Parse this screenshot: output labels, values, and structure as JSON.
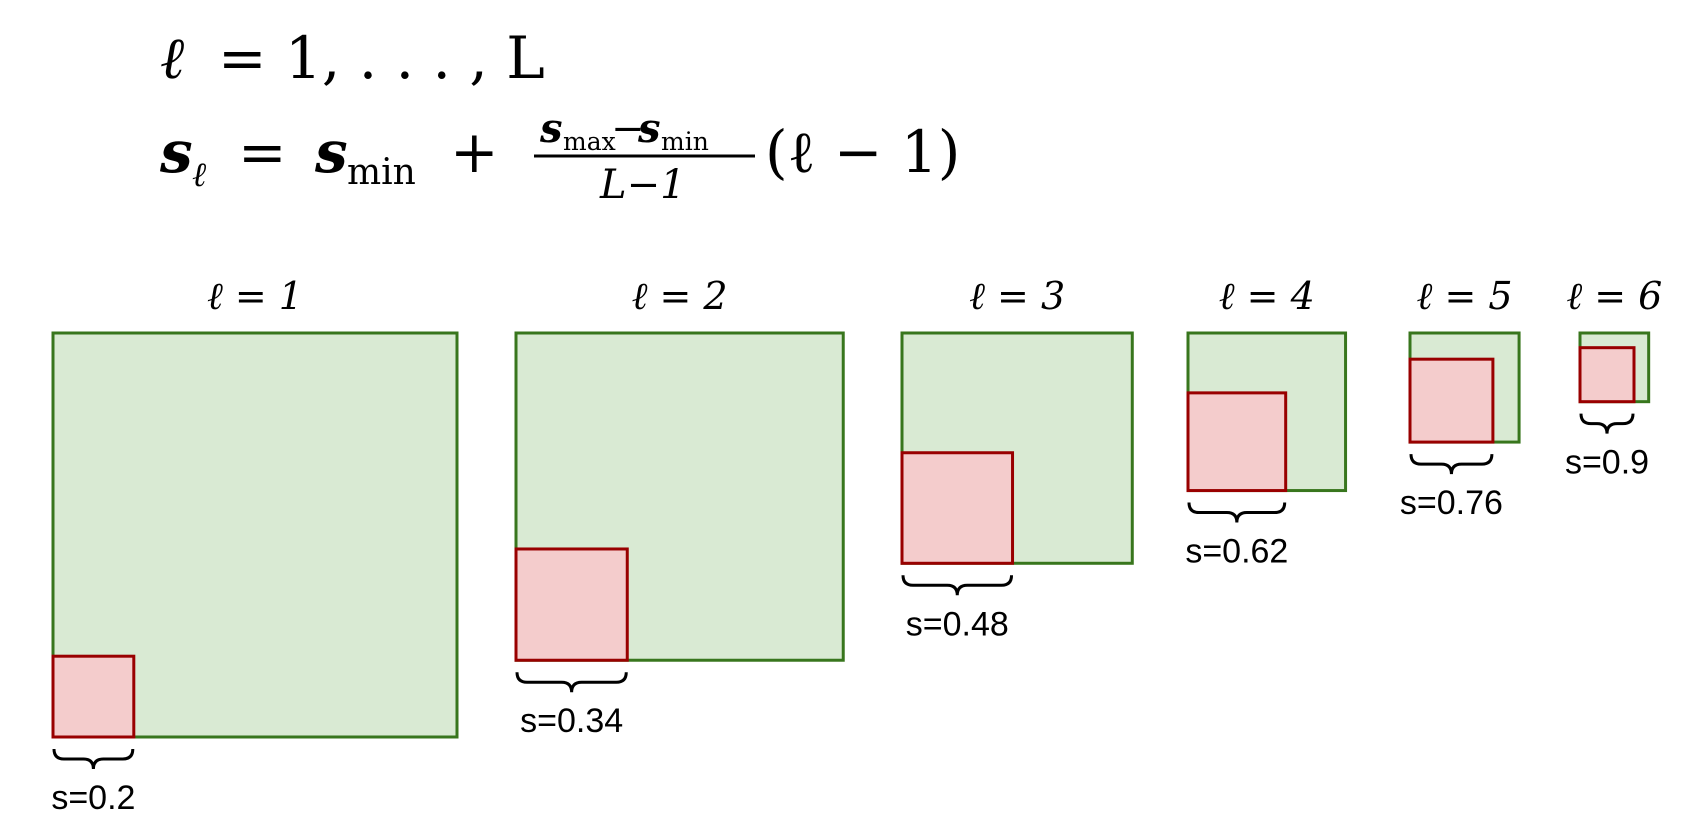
{
  "formula": {
    "range": {
      "var": "ℓ",
      "eq": "=",
      "value": "1, . . . , L"
    },
    "schedule": {
      "lhs_base": "s",
      "lhs_sub": "ℓ",
      "eq": "=",
      "min_base": "s",
      "min_sub": "min",
      "plus": "+",
      "num_max_base": "s",
      "num_max_sub": "max",
      "num_minus": "−",
      "num_min_base": "s",
      "num_min_sub": "min",
      "den": "L−1",
      "tail": "(ℓ − 1)"
    }
  },
  "colors": {
    "outer_fill": "#d9ead3",
    "outer_stroke": "#38761d",
    "inner_fill": "#f4cccc",
    "inner_stroke": "#990000",
    "brace": "#000000"
  },
  "levels": [
    {
      "label": "ℓ = 1",
      "size": 1.0,
      "s": 0.2,
      "s_label": "s=0.2"
    },
    {
      "label": "ℓ = 2",
      "size": 0.81,
      "s": 0.34,
      "s_label": "s=0.34"
    },
    {
      "label": "ℓ = 3",
      "size": 0.57,
      "s": 0.48,
      "s_label": "s=0.48"
    },
    {
      "label": "ℓ = 4",
      "size": 0.39,
      "s": 0.62,
      "s_label": "s=0.62"
    },
    {
      "label": "ℓ = 5",
      "size": 0.27,
      "s": 0.76,
      "s_label": "s=0.76"
    },
    {
      "label": "ℓ = 6",
      "size": 0.17,
      "s": 0.9,
      "s_label": "s=0.9"
    }
  ]
}
